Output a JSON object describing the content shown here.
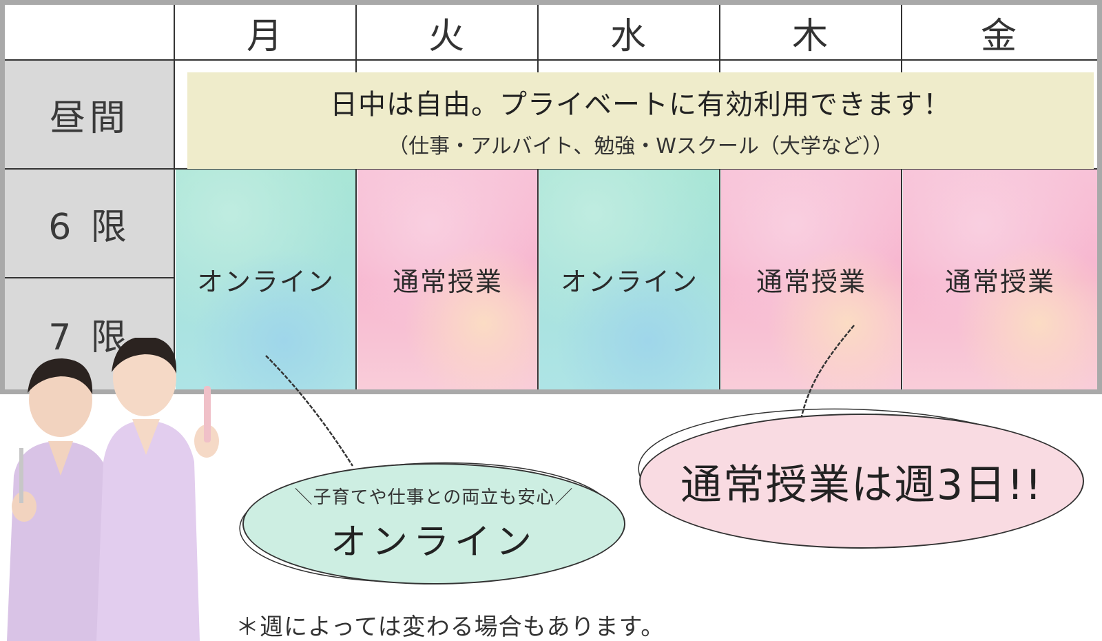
{
  "header": {
    "days": [
      "月",
      "火",
      "水",
      "木",
      "金"
    ]
  },
  "rows": {
    "lunch_label": "昼間",
    "period6_label": "6 限",
    "period7_label": "7 限"
  },
  "lunch": {
    "main": "日中は自由。プライベートに有効利用できます！",
    "sub": "（仕事・アルバイト、勉強・Wスクール（大学など））"
  },
  "classes": [
    {
      "day": "月",
      "label": "オンライン",
      "kind": "online"
    },
    {
      "day": "火",
      "label": "通常授業",
      "kind": "normal"
    },
    {
      "day": "水",
      "label": "オンライン",
      "kind": "online"
    },
    {
      "day": "木",
      "label": "通常授業",
      "kind": "normal"
    },
    {
      "day": "金",
      "label": "通常授業",
      "kind": "normal"
    }
  ],
  "callouts": {
    "online_sub": "＼子育てや仕事との両立も安心／",
    "online_main": "オンライン",
    "normal_main": "通常授業は週3日!!"
  },
  "footnote": "＊週によっては変わる場合もあります。",
  "colors": {
    "online": "#a9e6d6",
    "normal": "#f7b6cf",
    "lunch_band": "#efeccb",
    "side_header": "#d9d9d9",
    "bubble_online": "#cdeee2",
    "bubble_normal": "#f9dbe2"
  }
}
